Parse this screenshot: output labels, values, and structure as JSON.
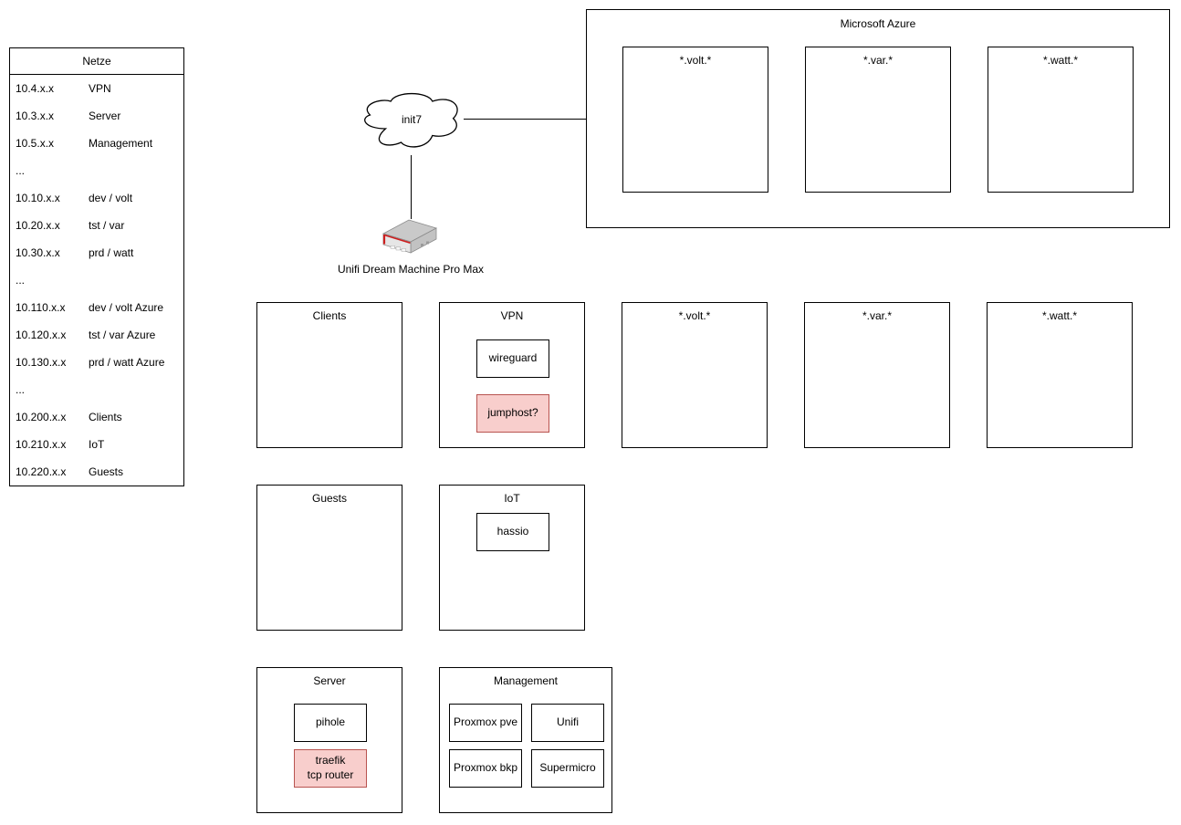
{
  "diagram": {
    "netze_table": {
      "title": "Netze",
      "rows": [
        {
          "ip": "10.4.x.x",
          "name": "VPN"
        },
        {
          "ip": "10.3.x.x",
          "name": "Server"
        },
        {
          "ip": "10.5.x.x",
          "name": "Management"
        },
        {
          "ip": "...",
          "name": ""
        },
        {
          "ip": "10.10.x.x",
          "name": "dev / volt"
        },
        {
          "ip": "10.20.x.x",
          "name": "tst / var"
        },
        {
          "ip": "10.30.x.x",
          "name": "prd / watt"
        },
        {
          "ip": "...",
          "name": ""
        },
        {
          "ip": "10.110.x.x",
          "name": "dev / volt Azure"
        },
        {
          "ip": "10.120.x.x",
          "name": "tst / var Azure"
        },
        {
          "ip": "10.130.x.x",
          "name": "prd / watt Azure"
        },
        {
          "ip": "...",
          "name": ""
        },
        {
          "ip": "10.200.x.x",
          "name": "Clients"
        },
        {
          "ip": "10.210.x.x",
          "name": "IoT"
        },
        {
          "ip": "10.220.x.x",
          "name": "Guests"
        }
      ]
    },
    "internet": {
      "label": "init7"
    },
    "router": {
      "label": "Unifi Dream Machine Pro Max"
    },
    "azure": {
      "title": "Microsoft Azure",
      "boxes": [
        {
          "label": "*.volt.*"
        },
        {
          "label": "*.var.*"
        },
        {
          "label": "*.watt.*"
        }
      ]
    },
    "env_boxes": [
      {
        "label": "*.volt.*"
      },
      {
        "label": "*.var.*"
      },
      {
        "label": "*.watt.*"
      }
    ],
    "networks": {
      "clients": {
        "label": "Clients"
      },
      "vpn": {
        "label": "VPN",
        "nodes": [
          {
            "label": "wireguard",
            "highlighted": false
          },
          {
            "label": "jumphost?",
            "highlighted": true
          }
        ]
      },
      "guests": {
        "label": "Guests"
      },
      "iot": {
        "label": "IoT",
        "nodes": [
          {
            "label": "hassio",
            "highlighted": false
          }
        ]
      },
      "server": {
        "label": "Server",
        "nodes": [
          {
            "label": "pihole",
            "highlighted": false
          },
          {
            "label": "traefik\ntcp router",
            "highlighted": true
          }
        ]
      },
      "management": {
        "label": "Management",
        "nodes": [
          {
            "label": "Proxmox pve",
            "highlighted": false
          },
          {
            "label": "Unifi",
            "highlighted": false
          },
          {
            "label": "Proxmox bkp",
            "highlighted": false
          },
          {
            "label": "Supermicro",
            "highlighted": false
          }
        ]
      }
    },
    "colors": {
      "highlight_fill": "#f8cecc",
      "highlight_border": "#b85450",
      "box_border": "#000000",
      "router_red": "#cc1f1f",
      "background": "#ffffff"
    }
  }
}
